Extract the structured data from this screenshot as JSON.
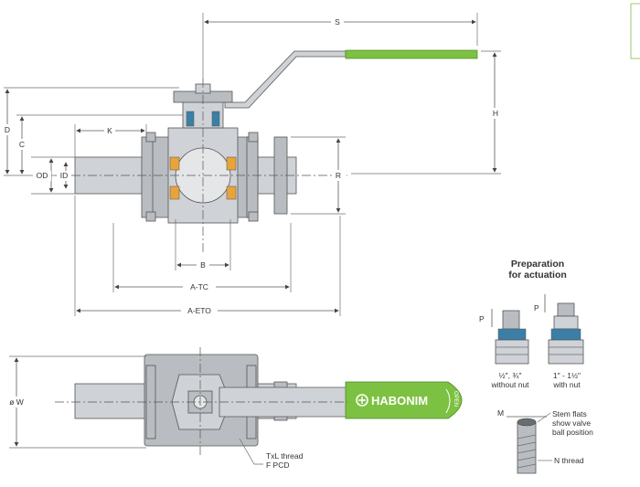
{
  "dimensions": {
    "S": "S",
    "H": "H",
    "D": "D",
    "C": "C",
    "K": "K",
    "OD": "OD",
    "ID": "ID",
    "R": "R",
    "B": "B",
    "A_TC": "A-TC",
    "A_ETO": "A-ETO",
    "W": "ø W"
  },
  "actuation": {
    "heading_line1": "Preparation",
    "heading_line2": "for actuation",
    "p_label": "P",
    "left_sizes": "½\", ¾\"",
    "left_note": "without nut",
    "right_sizes": "1\" - 1½\"",
    "right_note": "with nut"
  },
  "stem": {
    "m_label": "M",
    "flats_note_line1": "Stem flats",
    "flats_note_line2": "show valve",
    "flats_note_line3": "ball position",
    "n_thread": "N thread"
  },
  "bolting": {
    "line1": "TxL thread",
    "line2": "F PCD"
  },
  "handle": {
    "brand": "HABONIM",
    "open_marker": "OPEN",
    "color": "#7dc142"
  }
}
